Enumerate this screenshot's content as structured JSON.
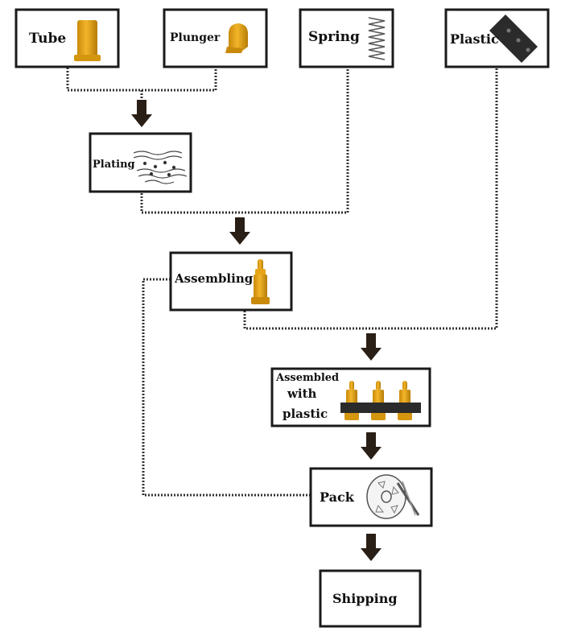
{
  "nodes": {
    "tube": "Tube",
    "plunger": "Plunger",
    "spring": "Spring",
    "plastic": "Plastic",
    "plating": "Plating",
    "assembling": "Assembling",
    "assembled_line1": "Assembled",
    "assembled_line2": "with",
    "assembled_line3": "plastic",
    "pack": "Pack",
    "shipping": "Shipping"
  },
  "colors": {
    "pin_gold": "#e6a417",
    "pin_shade": "#b07a06",
    "plastic_dark": "#2b2b2b",
    "arrow": "#2a1f17",
    "connector": "#333333"
  },
  "icons": [
    "tube-icon",
    "plunger-icon",
    "spring-icon",
    "plastic-strip-icon",
    "plating-bath-icon",
    "pogo-pin-icon",
    "pin-carrier-icon",
    "reel-icon"
  ]
}
